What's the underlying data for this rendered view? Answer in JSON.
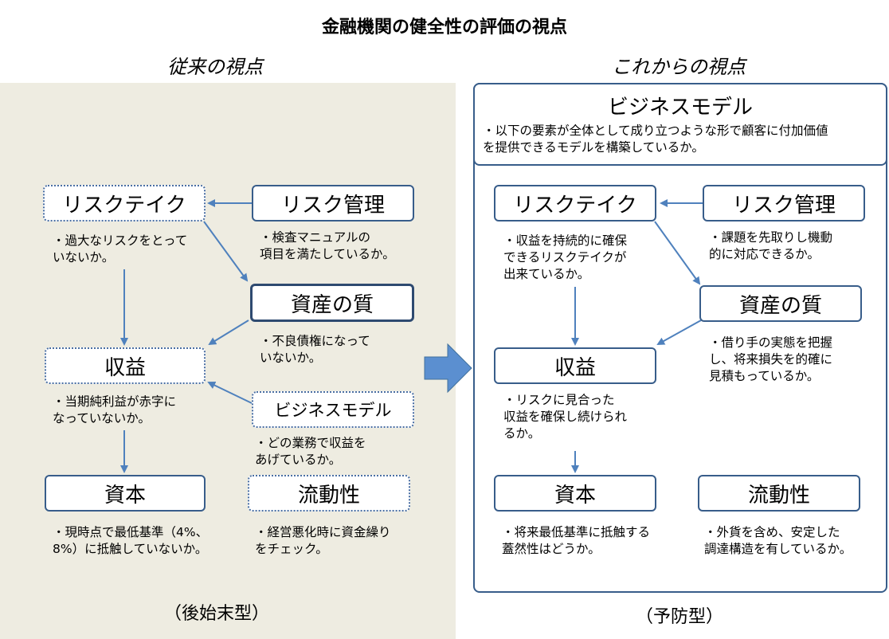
{
  "title": "金融機関の健全性の評価の視点",
  "left": {
    "heading": "従来の視点",
    "footer": "（後始末型）",
    "risk_take": {
      "label": "リスクテイク",
      "desc": [
        "・過大なリスクをとって",
        "いないか。"
      ]
    },
    "risk_mgmt": {
      "label": "リスク管理",
      "desc": [
        "・検査マニュアルの",
        "項目を満たしているか。"
      ]
    },
    "asset_quality": {
      "label": "資産の質",
      "desc": [
        "・不良債権になって",
        "いないか。"
      ]
    },
    "profit": {
      "label": "収益",
      "desc": [
        "・当期純利益が赤字に",
        "なっていないか。"
      ]
    },
    "business_model": {
      "label": "ビジネスモデル",
      "desc": [
        "・どの業務で収益を",
        "あげているか。"
      ]
    },
    "capital": {
      "label": "資本",
      "desc": [
        "・現時点で最低基準（4%、",
        "8%）に抵触していないか。"
      ]
    },
    "liquidity": {
      "label": "流動性",
      "desc": [
        "・経営悪化時に資金繰り",
        "をチェック。"
      ]
    }
  },
  "right": {
    "heading": "これからの視点",
    "footer": "（予防型）",
    "business_model": {
      "label": "ビジネスモデル",
      "desc": [
        "・以下の要素が全体として成り立つような形で顧客に付加価値",
        "を提供できるモデルを構築しているか。"
      ]
    },
    "risk_take": {
      "label": "リスクテイク",
      "desc": [
        "・収益を持続的に確保",
        "できるリスクテイクが",
        "出来ているか。"
      ]
    },
    "risk_mgmt": {
      "label": "リスク管理",
      "desc": [
        "・課題を先取りし機動",
        "的に対応できるか。"
      ]
    },
    "asset_quality": {
      "label": "資産の質",
      "desc": [
        "・借り手の実態を把握",
        "し、将来損失を的確に",
        "見積もっているか。"
      ]
    },
    "profit": {
      "label": "収益",
      "desc": [
        "・リスクに見合った",
        "収益を確保し続けられ",
        "るか。"
      ]
    },
    "capital": {
      "label": "資本",
      "desc": [
        "・将来最低基準に抵触する",
        "蓋然性はどうか。"
      ]
    },
    "liquidity": {
      "label": "流動性",
      "desc": [
        "・外貨を含め、安定した",
        "調達構造を有しているか。"
      ]
    }
  },
  "colors": {
    "arrow": "#4f81bd",
    "border": "#385d8a",
    "left_bg": "#eeece1",
    "big_arrow": "#5b8fd0"
  }
}
